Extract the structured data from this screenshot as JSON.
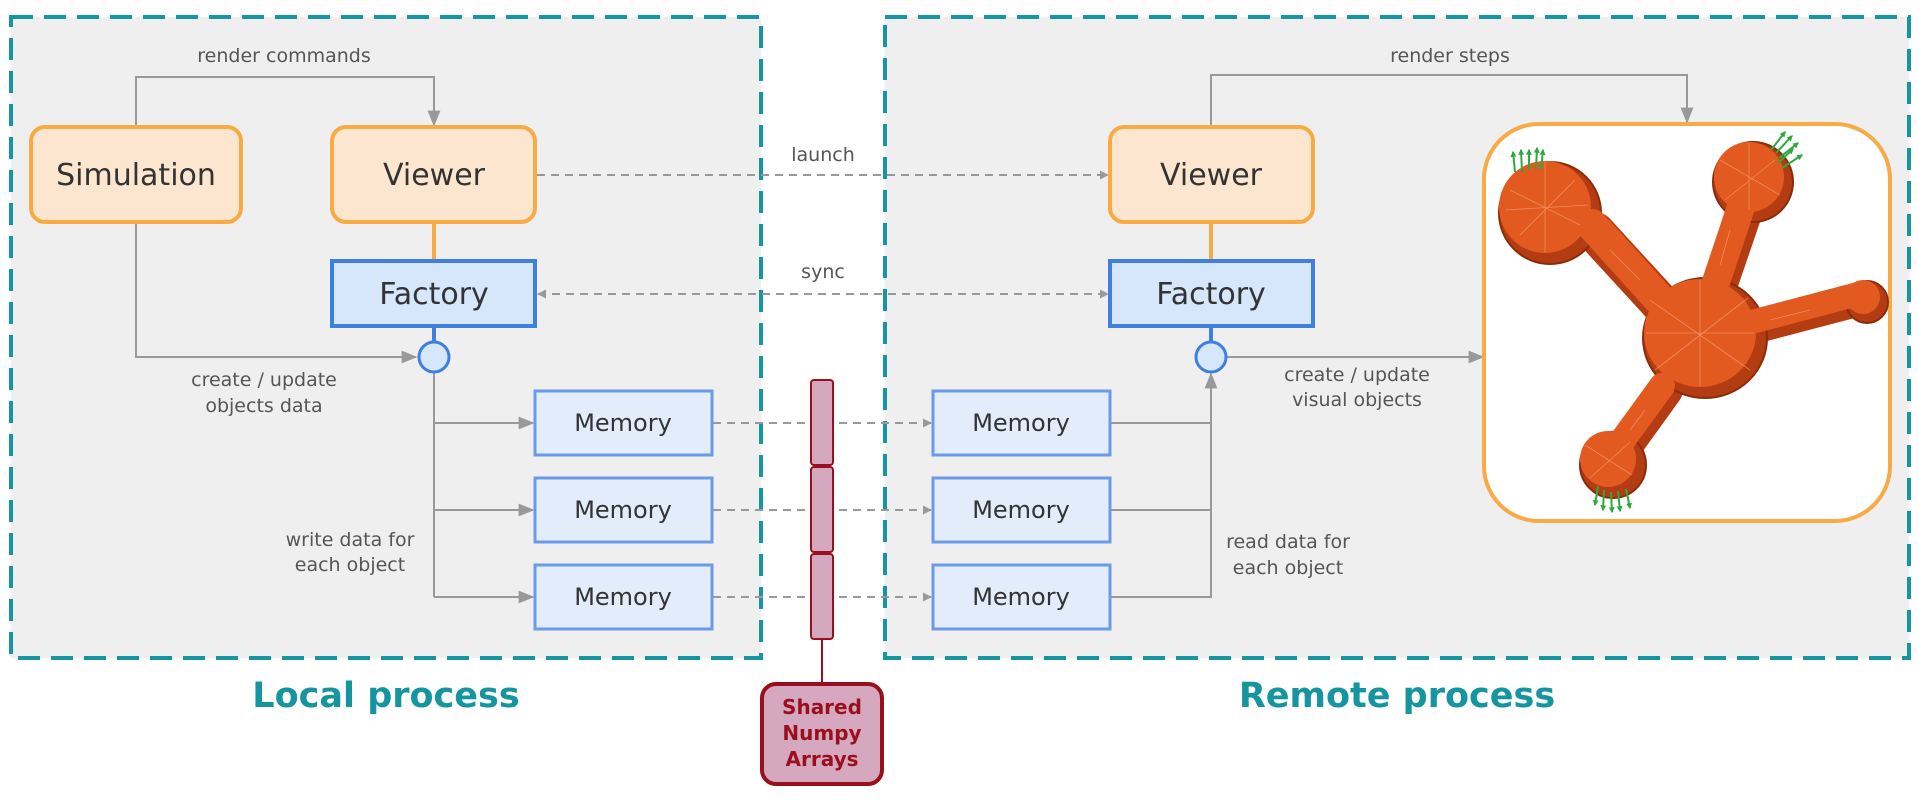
{
  "colors": {
    "process_border": "#1596a2",
    "process_fill": "#efefef",
    "orange_border": "#f8aa45",
    "orange_fill": "#fde6cf",
    "blue_border": "#3f7fe0",
    "blue_fill": "#d6e6fb",
    "memory_border": "#6b9ae8",
    "memory_fill": "#e2ecfa",
    "arrow_gray": "#999999",
    "shared_border": "#9a0f1e",
    "shared_fill": "#d6a8c0",
    "mesh_fill": "#e35a20",
    "normal_arrows": "#2eaa3d"
  },
  "local": {
    "title": "Local process",
    "simulation": "Simulation",
    "viewer": "Viewer",
    "factory": "Factory",
    "memory": [
      "Memory",
      "Memory",
      "Memory"
    ],
    "render_commands": "render commands",
    "create_update": [
      "create / update",
      "objects data"
    ],
    "write_data": [
      "write data for",
      "each object"
    ]
  },
  "remote": {
    "title": "Remote process",
    "viewer": "Viewer",
    "factory": "Factory",
    "memory": [
      "Memory",
      "Memory",
      "Memory"
    ],
    "render_steps": "render steps",
    "create_update": [
      "create / update",
      "visual objects"
    ],
    "read_data": [
      "read data for",
      "each object"
    ]
  },
  "links": {
    "launch": "launch",
    "sync": "sync"
  },
  "shared": [
    "Shared",
    "Numpy",
    "Arrays"
  ]
}
